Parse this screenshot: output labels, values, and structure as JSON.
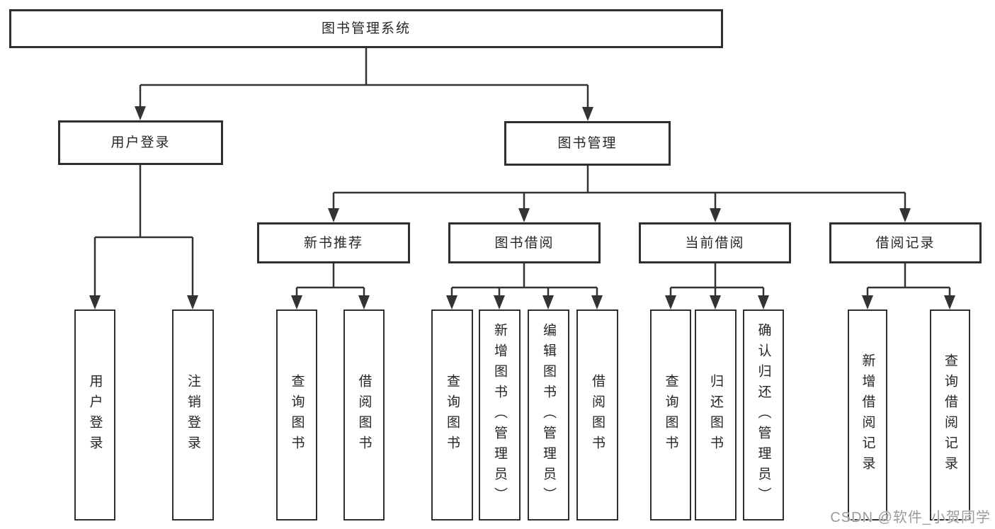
{
  "diagram": {
    "title": "图书管理系统",
    "branches": [
      {
        "label": "用户登录",
        "children": [
          {
            "label": "用户登录"
          },
          {
            "label": "注销登录"
          }
        ]
      },
      {
        "label": "图书管理",
        "children": [
          {
            "label": "新书推荐",
            "children": [
              {
                "label": "查询图书"
              },
              {
                "label": "借阅图书"
              }
            ]
          },
          {
            "label": "图书借阅",
            "children": [
              {
                "label": "查询图书"
              },
              {
                "label": "新增图书（管理员）"
              },
              {
                "label": "编辑图书（管理员）"
              },
              {
                "label": "借阅图书"
              }
            ]
          },
          {
            "label": "当前借阅",
            "children": [
              {
                "label": "查询图书"
              },
              {
                "label": "归还图书"
              },
              {
                "label": "确认归还（管理员）"
              }
            ]
          },
          {
            "label": "借阅记录",
            "children": [
              {
                "label": "新增借阅记录"
              },
              {
                "label": "查询借阅记录"
              }
            ]
          }
        ]
      }
    ]
  },
  "watermark": "CSDN @软件_小贺同学",
  "colors": {
    "line": "#333333",
    "box_border": "#2e2e2e",
    "text": "#262626",
    "watermark": "#9b9b9b",
    "background": "#ffffff"
  }
}
